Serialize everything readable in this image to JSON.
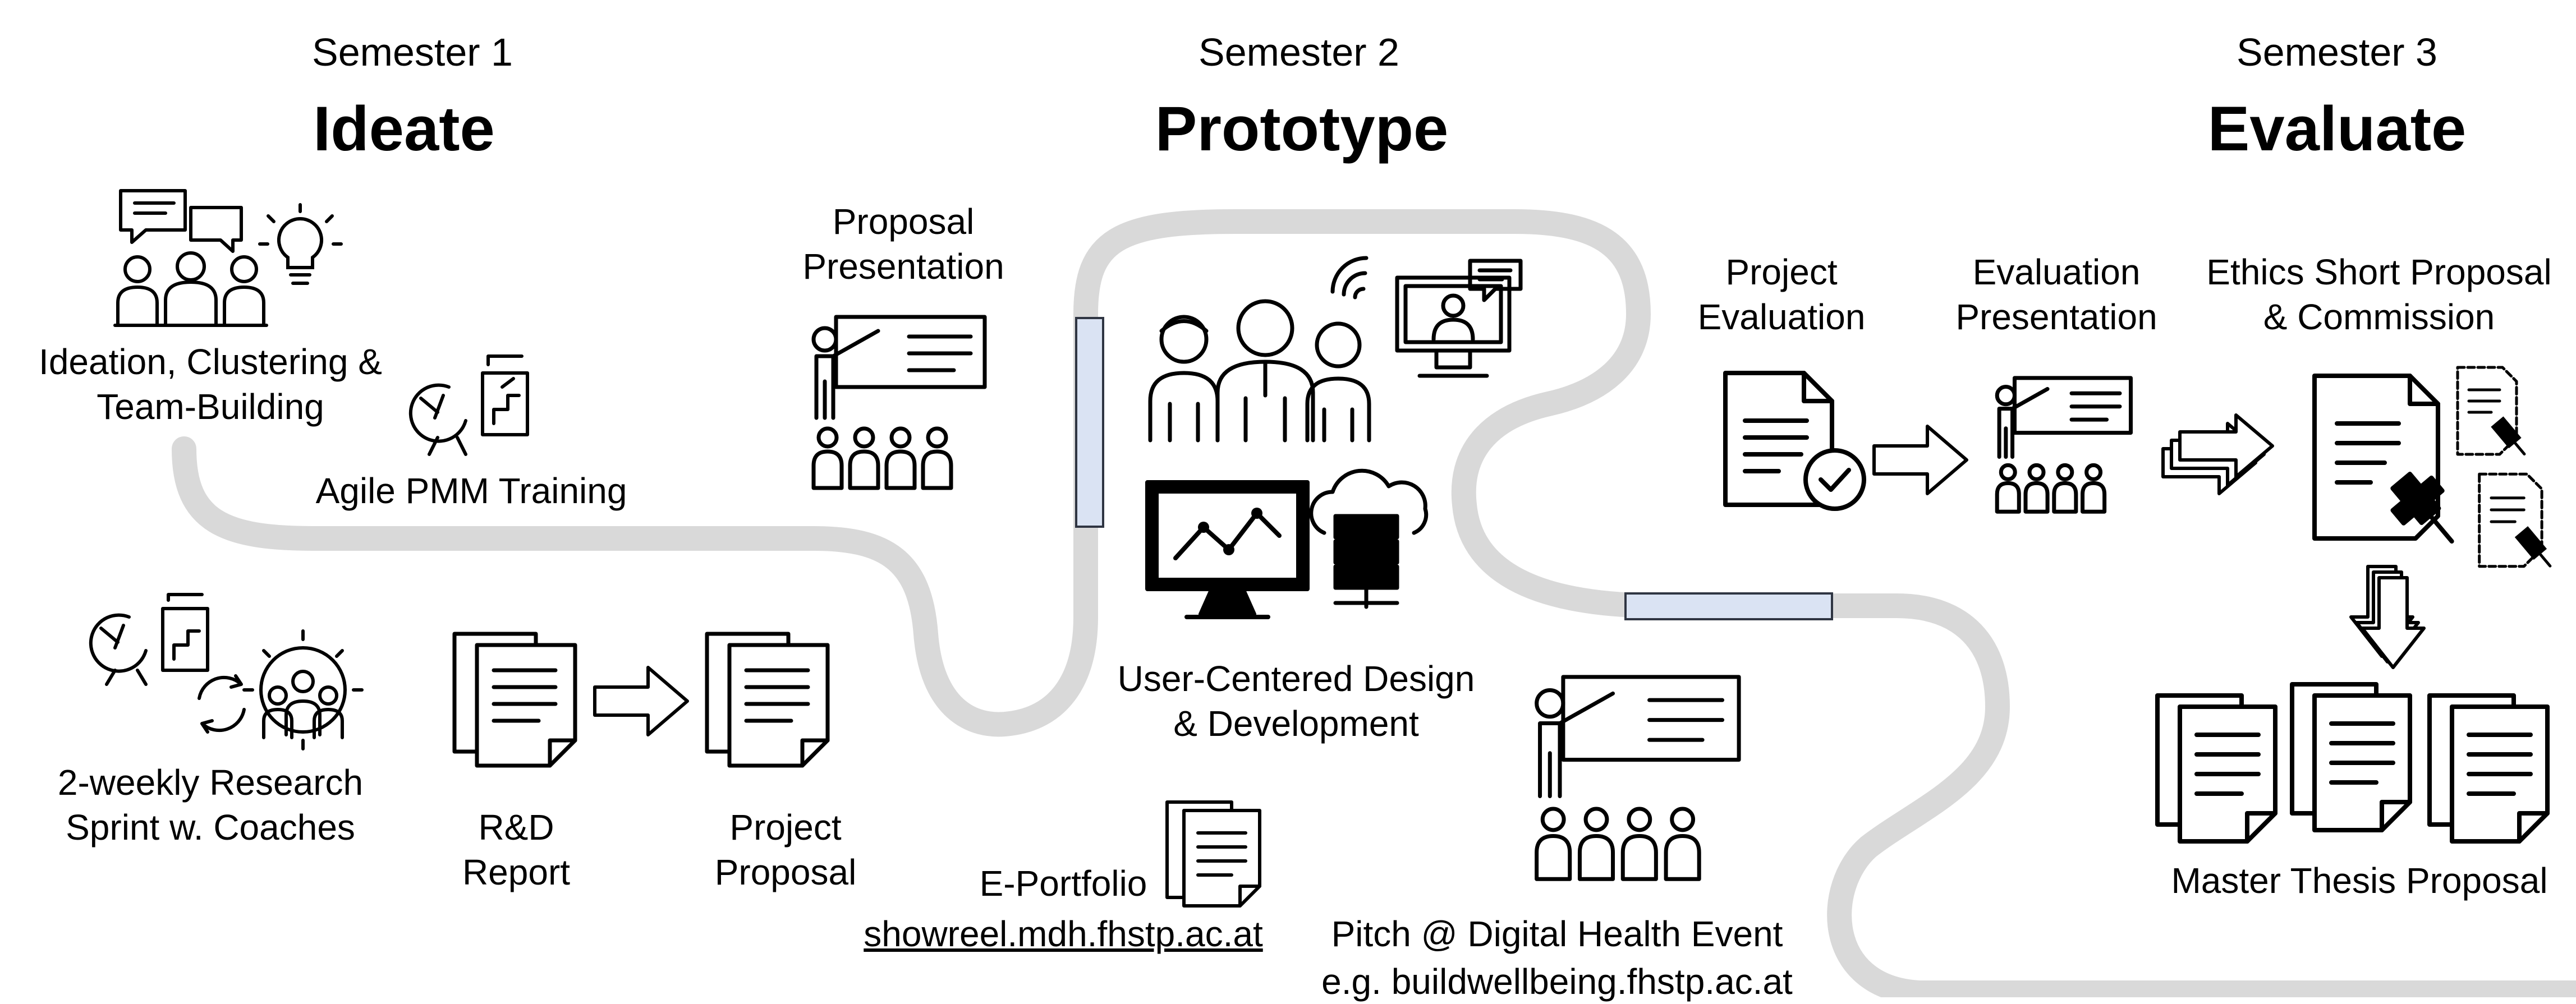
{
  "semesters": [
    {
      "semester": "Semester 1",
      "phase": "Ideate"
    },
    {
      "semester": "Semester 2",
      "phase": "Prototype"
    },
    {
      "semester": "Semester 3",
      "phase": "Evaluate"
    }
  ],
  "labels": {
    "ideation": "Ideation, Clustering &\nTeam-Building",
    "agile": "Agile PMM Training",
    "sprint": "2-weekly Research\nSprint w. Coaches",
    "rd_report": "R&D\nReport",
    "project_proposal": "Project\nProposal",
    "proposal_presentation": "Proposal\nPresentation",
    "ucd": "User-Centered Design\n& Development",
    "eportfolio": "E-Portfolio",
    "eportfolio_url": "showreel.mdh.fhstp.ac.at",
    "pitch": "Pitch @ Digital Health Event",
    "pitch_url": "e.g. buildwellbeing.fhstp.ac.at",
    "project_evaluation": "Project\nEvaluation",
    "evaluation_presentation": "Evaluation\nPresentation",
    "ethics": "Ethics Short Proposal\n& Commission",
    "master_thesis": "Master Thesis Proposal"
  },
  "icons": [
    "team-meeting-icon",
    "lightbulb-icon",
    "agile-sprint-icon",
    "research-sprint-icon",
    "document-icon",
    "arrow-right-icon",
    "presentation-icon",
    "team-people-icon",
    "video-call-icon",
    "analytics-monitor-icon",
    "cloud-server-icon",
    "verified-document-icon",
    "legal-document-icon",
    "gavel-icon",
    "stacked-arrow-icon"
  ],
  "colors": {
    "path": "#d9d9d9",
    "milestone_fill": "#dae3f3",
    "milestone_stroke": "#2f3542",
    "ink": "#000000"
  }
}
